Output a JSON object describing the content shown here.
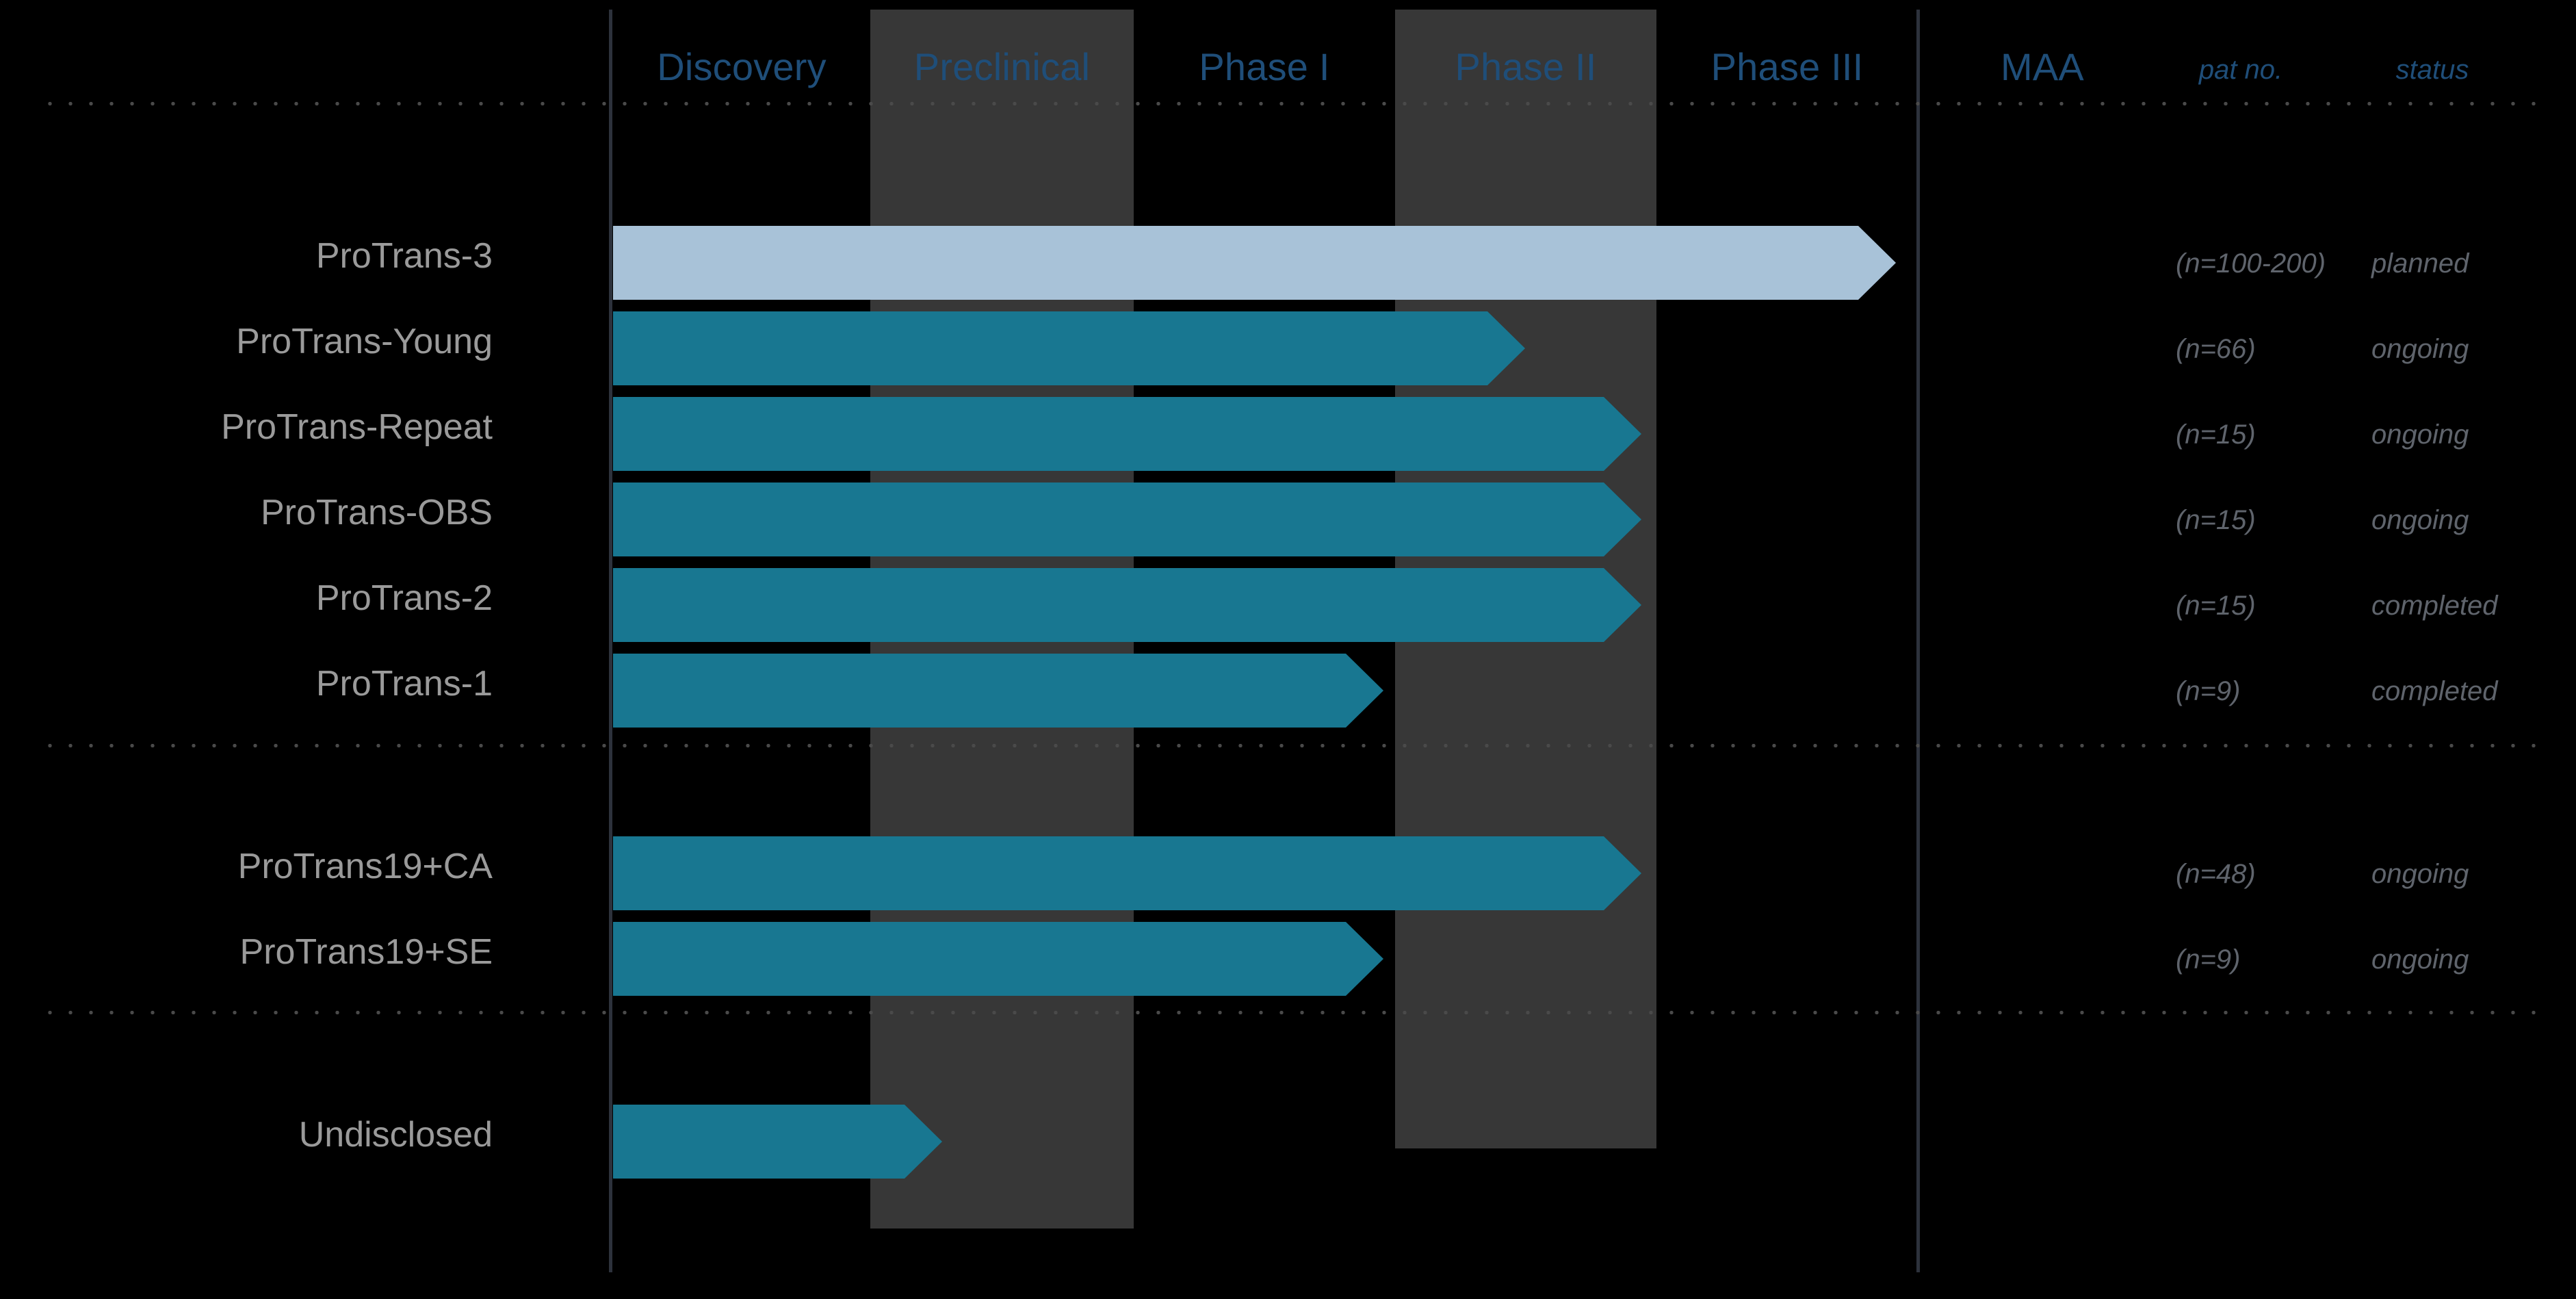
{
  "chart_data": {
    "type": "bar",
    "title": "",
    "subtitle": "",
    "xlabel": "",
    "ylabel": "",
    "grid": false,
    "legend_position": "none",
    "orientation": "horizontal",
    "axis_stages": [
      "Discovery",
      "Preclinical",
      "Phase I",
      "Phase II",
      "Phase III",
      "MAA"
    ],
    "stage_index": {
      "Discovery": 1,
      "Preclinical": 2,
      "Phase I": 3,
      "Phase II": 4,
      "Phase III": 5,
      "MAA": 6
    },
    "value_columns": [
      "pat no.",
      "status"
    ],
    "groups": [
      {
        "name": "group-1",
        "rows": [
          {
            "label": "ProTrans-3",
            "progress": 5.0,
            "pat_no": "(n=100-200)",
            "status": "planned",
            "color": "#a8c2d8"
          },
          {
            "label": "ProTrans-Young",
            "progress": 3.55,
            "pat_no": "(n=66)",
            "status": "ongoing",
            "color": "#187791"
          },
          {
            "label": "ProTrans-Repeat",
            "progress": 4.0,
            "pat_no": "(n=15)",
            "status": "ongoing",
            "color": "#187791"
          },
          {
            "label": "ProTrans-OBS",
            "progress": 4.0,
            "pat_no": "(n=15)",
            "status": "ongoing",
            "color": "#187791"
          },
          {
            "label": "ProTrans-2",
            "progress": 4.0,
            "pat_no": "(n=15)",
            "status": "completed",
            "color": "#187791"
          },
          {
            "label": "ProTrans-1",
            "progress": 3.0,
            "pat_no": "(n=9)",
            "status": "completed",
            "color": "#187791"
          }
        ]
      },
      {
        "name": "group-2",
        "rows": [
          {
            "label": "ProTrans19+CA",
            "progress": 4.0,
            "pat_no": "(n=48)",
            "status": "ongoing",
            "color": "#187791"
          },
          {
            "label": "ProTrans19+SE",
            "progress": 3.0,
            "pat_no": "(n=9)",
            "status": "ongoing",
            "color": "#187791"
          }
        ]
      },
      {
        "name": "group-3",
        "rows": [
          {
            "label": "Undisclosed",
            "progress": 1.35,
            "pat_no": "",
            "status": "",
            "color": "#187791"
          }
        ]
      }
    ]
  },
  "header": {
    "phases": [
      {
        "label": "Discovery",
        "shaded": false
      },
      {
        "label": "Preclinical",
        "shaded": true
      },
      {
        "label": "Phase I",
        "shaded": false
      },
      {
        "label": "Phase II",
        "shaded": true
      },
      {
        "label": "Phase III",
        "shaded": false
      },
      {
        "label": "MAA",
        "shaded": false
      }
    ],
    "pat_no_label": "pat no.",
    "status_label": "status"
  },
  "rows": [
    {
      "label": "ProTrans-3",
      "pat_no": "(n=100-200)",
      "status": "planned"
    },
    {
      "label": "ProTrans-Young",
      "pat_no": "(n=66)",
      "status": "ongoing"
    },
    {
      "label": "ProTrans-Repeat",
      "pat_no": "(n=15)",
      "status": "ongoing"
    },
    {
      "label": "ProTrans-OBS",
      "pat_no": "(n=15)",
      "status": "ongoing"
    },
    {
      "label": "ProTrans-2",
      "pat_no": "(n=15)",
      "status": "completed"
    },
    {
      "label": "ProTrans-1",
      "pat_no": "(n=9)",
      "status": "completed"
    },
    {
      "label": "ProTrans19+CA",
      "pat_no": "(n=48)",
      "status": "ongoing"
    },
    {
      "label": "ProTrans19+SE",
      "pat_no": "(n=9)",
      "status": "ongoing"
    },
    {
      "label": "Undisclosed",
      "pat_no": "",
      "status": ""
    }
  ],
  "colors": {
    "background": "#000000",
    "band_shade": "#373737",
    "bar_primary": "#187791",
    "bar_planned": "#a8c2d8",
    "header_text": "#1f4e79",
    "row_label_text": "#9a9a9a",
    "value_text": "#5f646c",
    "rule": "#4a4a4a",
    "axis_line": "#2d323c"
  }
}
